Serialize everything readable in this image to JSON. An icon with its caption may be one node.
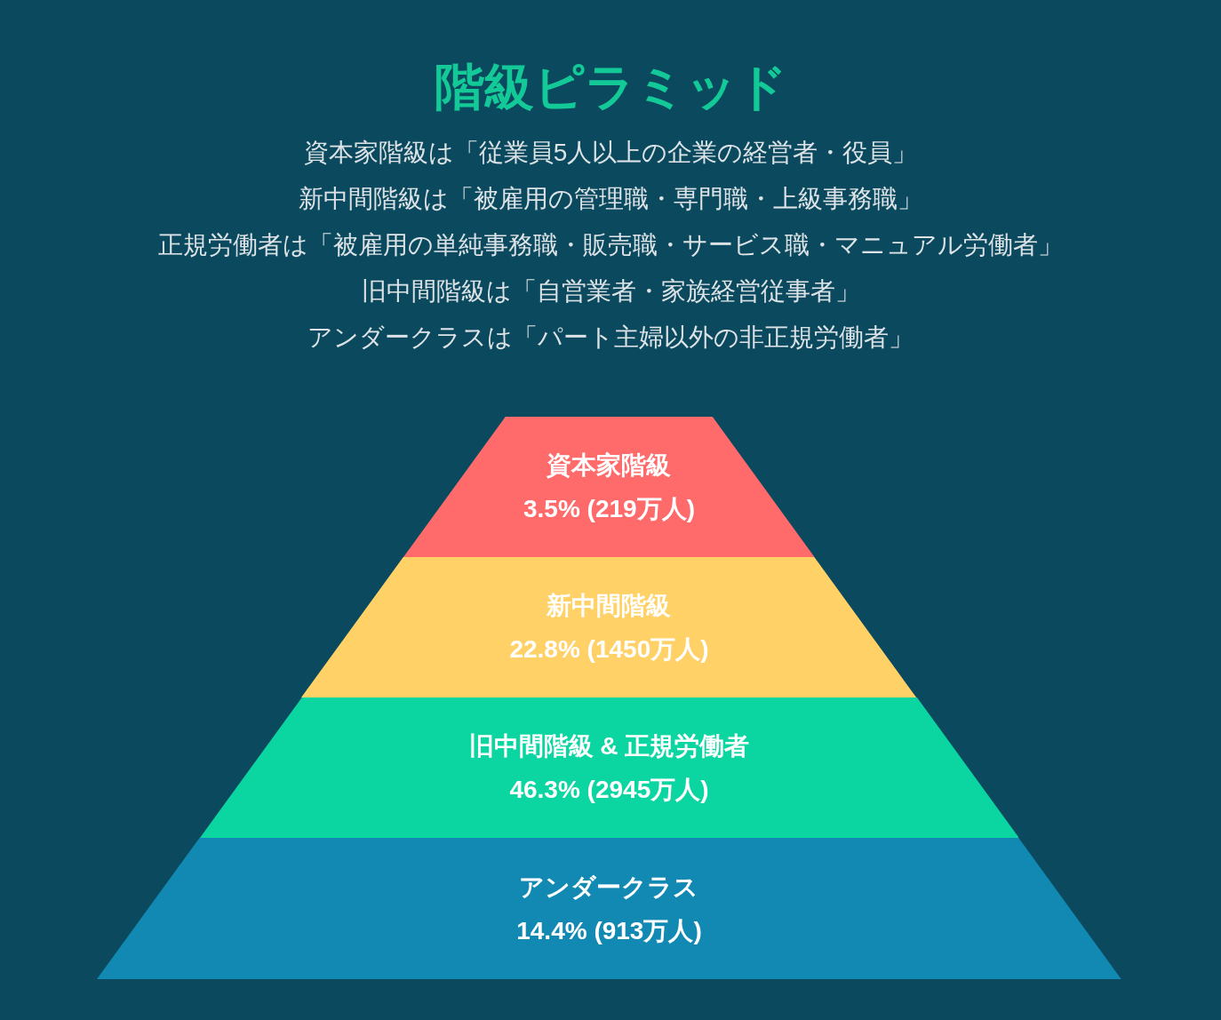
{
  "diagram": {
    "title": "階級ピラミッド",
    "nodes": [
      {
        "text": [
          "資本家階級",
          "3.5% (219万人)"
        ]
      },
      {
        "text": [
          "新中間階級",
          "22.8% (1450万人)"
        ]
      },
      {
        "text": [
          "旧中間階級 & 正規労働者",
          "46.3% (2945万人)"
        ]
      },
      {
        "text": [
          "アンダークラス",
          "14.4% (913万人)"
        ]
      }
    ],
    "labels": [
      "資本家階級は「従業員5人以上の企業の経営者・役員」",
      "新中間階級は「被雇用の管理職・専門職・上級事務職」",
      "正規労働者は「被雇用の単純事務職・販売職・サービス職・マニュアル労働者」",
      "旧中間階級は「自営業者・家族経営従事者」",
      "アンダークラスは「パート主婦以外の非正規労働者」"
    ]
  }
}
